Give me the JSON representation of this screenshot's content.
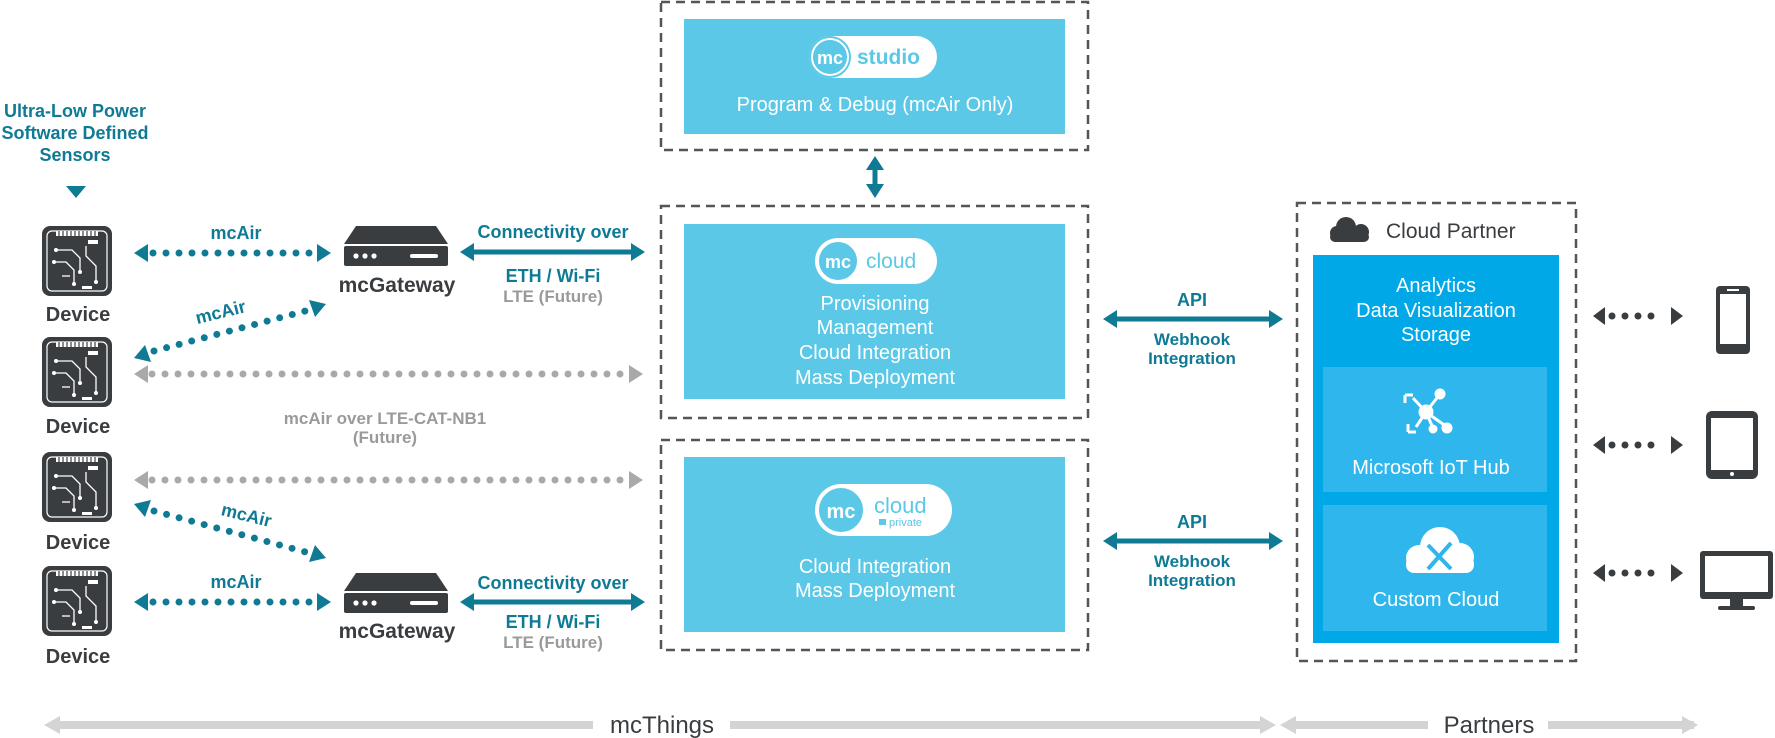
{
  "sensors_caption": [
    "Ultra-Low Power",
    "Software Defined",
    "Sensors"
  ],
  "device_label": "Device",
  "gateway_label": "mcGateway",
  "links": {
    "mcair": "mcAir",
    "connectivity": "Connectivity over",
    "eth_wifi": "ETH / Wi-Fi",
    "lte_future": "LTE (Future)",
    "nb1": [
      "mcAir over LTE-CAT-NB1",
      "(Future)"
    ],
    "api": "API",
    "webhook": [
      "Webhook",
      "Integration"
    ]
  },
  "studio": {
    "logo_mc": "mc",
    "logo_word": "studio",
    "caption": "Program & Debug  (mcAir Only)"
  },
  "cloud": {
    "logo_mc": "mc",
    "logo_word": "cloud",
    "lines": [
      "Provisioning",
      "Management",
      "Cloud Integration",
      "Mass Deployment"
    ]
  },
  "private": {
    "logo_mc": "mc",
    "logo_word": "cloud",
    "logo_sub": "private",
    "lines": [
      "Cloud Integration",
      "Mass Deployment"
    ]
  },
  "partner": {
    "title": "Cloud Partner",
    "features": [
      "Analytics",
      "Data Visualization",
      "Storage"
    ],
    "iot_hub": "Microsoft IoT Hub",
    "custom": "Custom Cloud"
  },
  "footer": {
    "left": "mcThings",
    "right": "Partners"
  },
  "icons": {
    "device": "circuit-board-icon",
    "gateway": "gateway-router-icon",
    "cloud": "cloud-icon",
    "hub": "network-hub-icon",
    "custom": "cloud-tools-icon",
    "phone": "smartphone-icon",
    "tablet": "tablet-icon",
    "monitor": "monitor-icon"
  },
  "colors": {
    "teal": "#0f7a94",
    "light_blue": "#5ac8e6",
    "azure": "#00a8e8",
    "azure_panel": "#2fb6ec",
    "dark": "#3a3d40",
    "grey_dots": "#a9a9a9",
    "footer_bar": "#d4d4d4"
  }
}
